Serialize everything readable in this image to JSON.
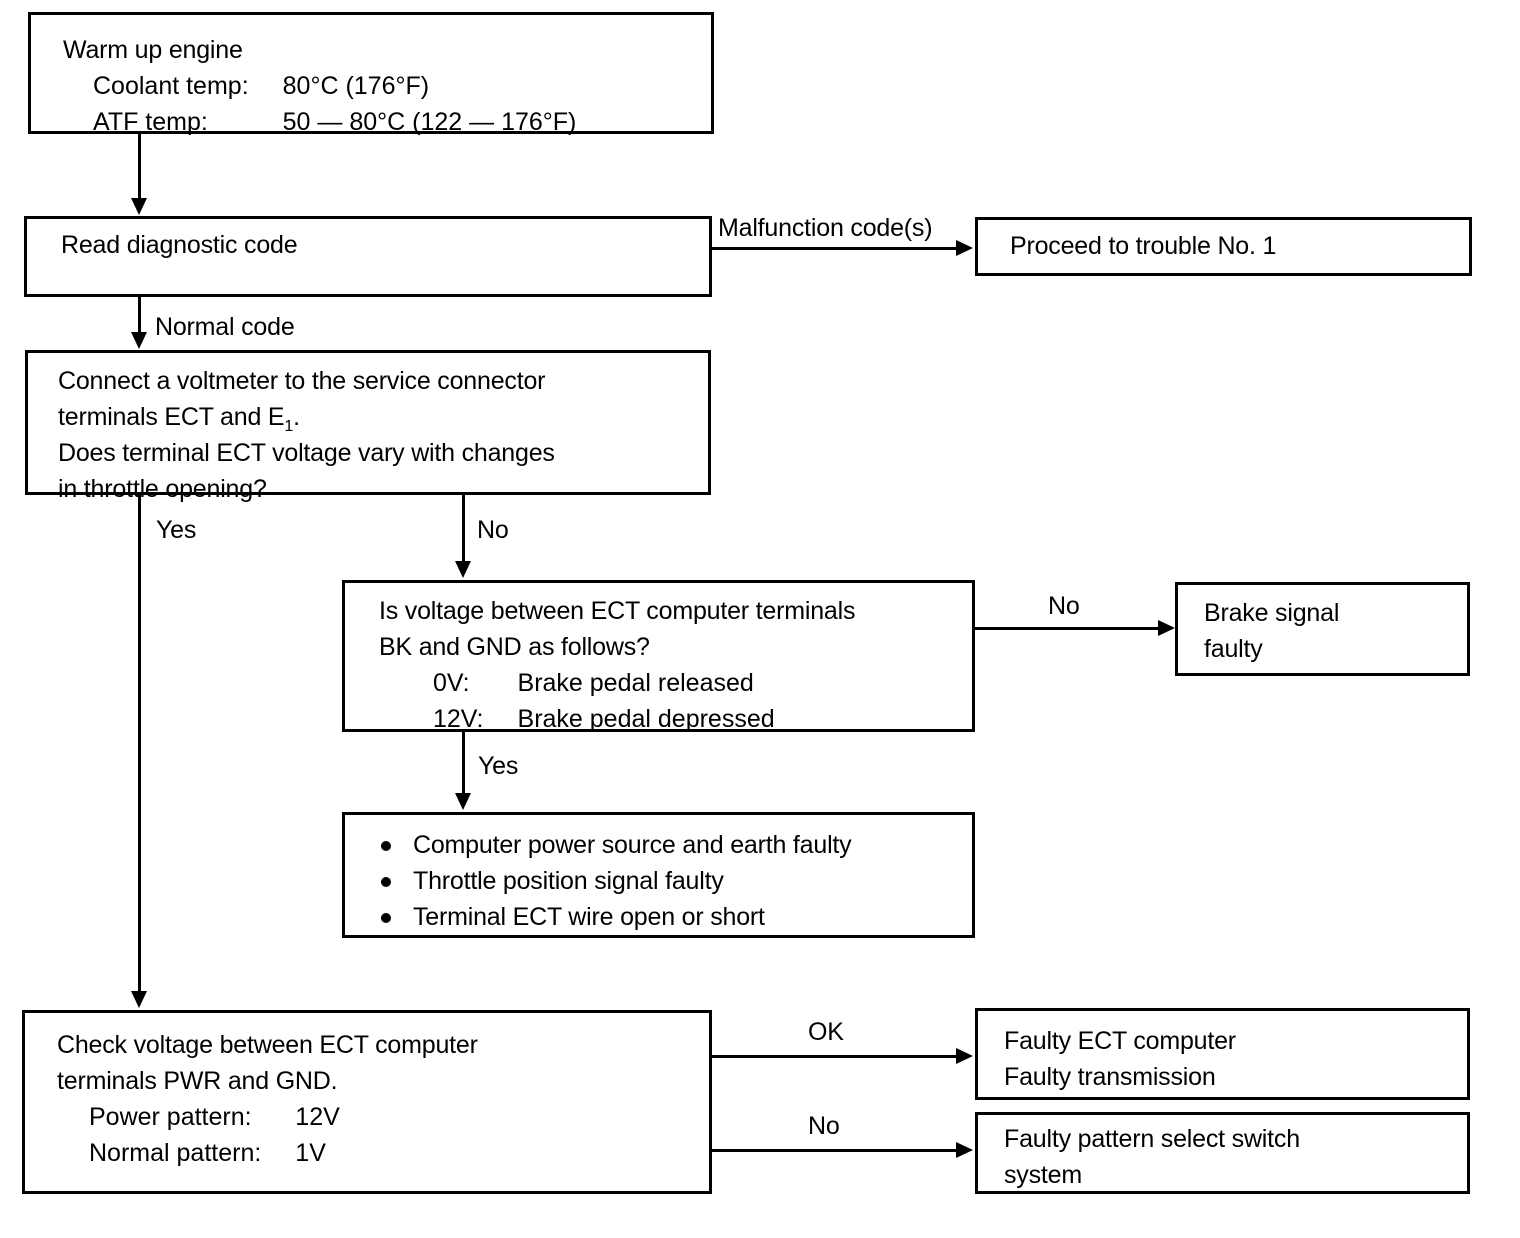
{
  "diagram": {
    "title": "ECT diagnostic trouble-shooting flowchart",
    "line_color": "#000000",
    "background_color": "#ffffff",
    "nodes": {
      "warm_up": {
        "line1": "Warm up engine",
        "row1_label": "Coolant temp:",
        "row1_value": "80°C (176°F)",
        "row2_label": "ATF temp:",
        "row2_value": "50 — 80°C (122 — 176°F)"
      },
      "read_code": {
        "line1": "Read diagnostic code"
      },
      "proceed_trouble": {
        "line1": "Proceed to trouble No. 1"
      },
      "connect_voltmeter": {
        "line1": "Connect a voltmeter to the service connector",
        "line2_pre": "terminals ECT and E",
        "line2_sub": "1",
        "line2_post": ".",
        "line3": "Does terminal ECT voltage vary with changes",
        "line4": "in throttle opening?"
      },
      "is_voltage": {
        "line1": "Is voltage between ECT computer terminals",
        "line2": "BK and GND as follows?",
        "row1_label": "0V:",
        "row1_value": "Brake pedal released",
        "row2_label": "12V:",
        "row2_value": "Brake pedal depressed"
      },
      "brake_signal": {
        "line1": "Brake signal",
        "line2": "faulty"
      },
      "causes": {
        "bullets": [
          "Computer power source and earth faulty",
          "Throttle position signal faulty",
          "Terminal ECT wire open or short"
        ]
      },
      "check_voltage": {
        "line1": "Check voltage between ECT computer",
        "line2": "terminals PWR and GND.",
        "row1_label": "Power pattern:",
        "row1_value": "12V",
        "row2_label": "Normal pattern:",
        "row2_value": "1V"
      },
      "faulty_computer": {
        "line1": "Faulty ECT computer",
        "line2": "Faulty transmission"
      },
      "faulty_switch": {
        "line1": "Faulty pattern select switch",
        "line2": "system"
      }
    },
    "edge_labels": {
      "malfunction": "Malfunction code(s)",
      "normal": "Normal code",
      "yes_voltmeter": "Yes",
      "no_voltmeter": "No",
      "no_brake": "No",
      "yes_brake": "Yes",
      "ok_check": "OK",
      "no_check": "No"
    }
  }
}
